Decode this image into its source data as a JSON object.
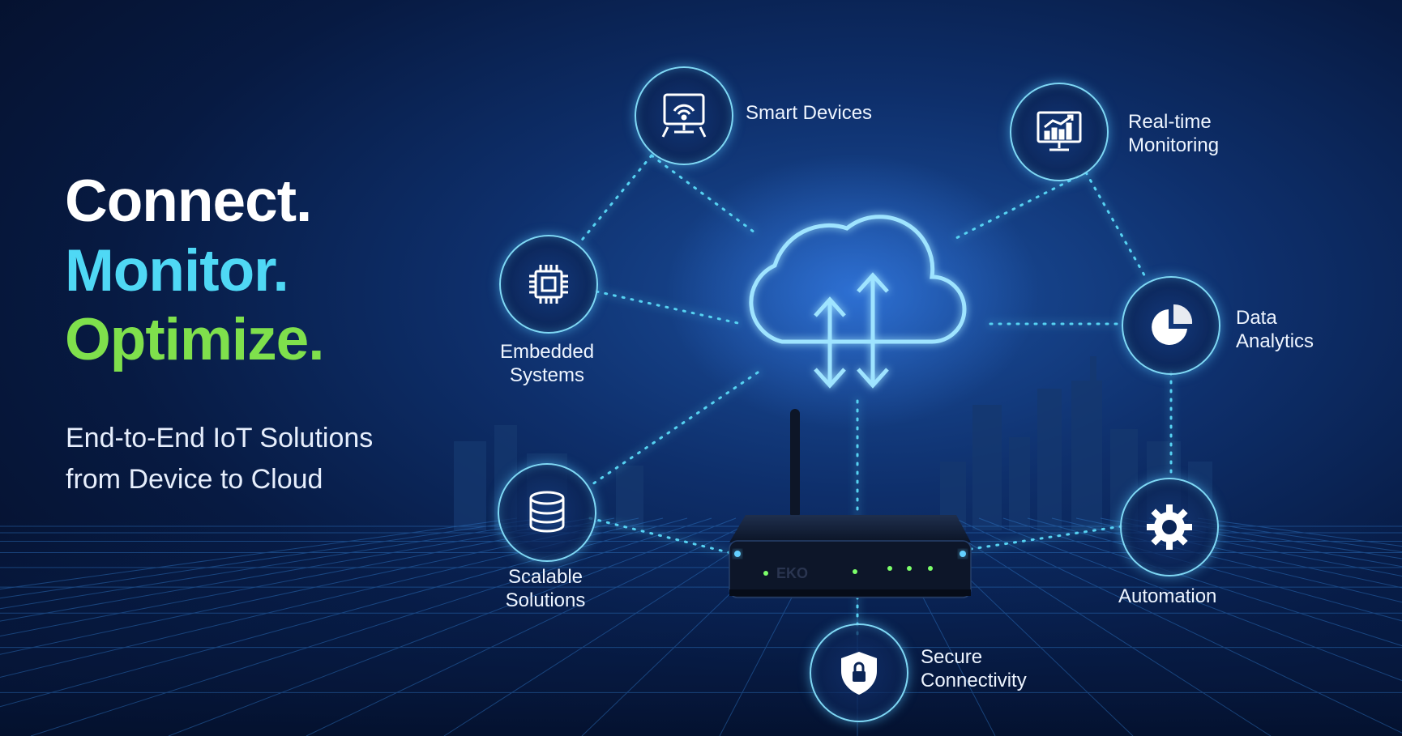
{
  "headline": {
    "line1": "Connect.",
    "line2": "Monitor.",
    "line3": "Optimize."
  },
  "subtitle": {
    "line1": "End-to-End IoT Solutions",
    "line2": "from Device to Cloud"
  },
  "features": {
    "smart_devices": {
      "label": "Smart Devices",
      "icon": "smart-device-icon"
    },
    "realtime_monitoring": {
      "line1": "Real-time",
      "line2": "Monitoring",
      "icon": "monitor-chart-icon"
    },
    "embedded_systems": {
      "line1": "Embedded",
      "line2": "Systems",
      "icon": "chip-icon"
    },
    "data_analytics": {
      "line1": "Data",
      "line2": "Analytics",
      "icon": "pie-chart-icon"
    },
    "scalable_solutions": {
      "line1": "Scalable",
      "line2": "Solutions",
      "icon": "database-icon"
    },
    "automation": {
      "label": "Automation",
      "icon": "gear-icon"
    },
    "secure_connectivity": {
      "line1": "Secure",
      "line2": "Connectivity",
      "icon": "shield-lock-icon"
    }
  },
  "router": {
    "brand": "EKO"
  },
  "colors": {
    "background": "#061634",
    "accent_cyan": "#4fd8f5",
    "accent_green": "#7fe04c",
    "glow": "#7fd8f5",
    "text": "#ffffff"
  }
}
